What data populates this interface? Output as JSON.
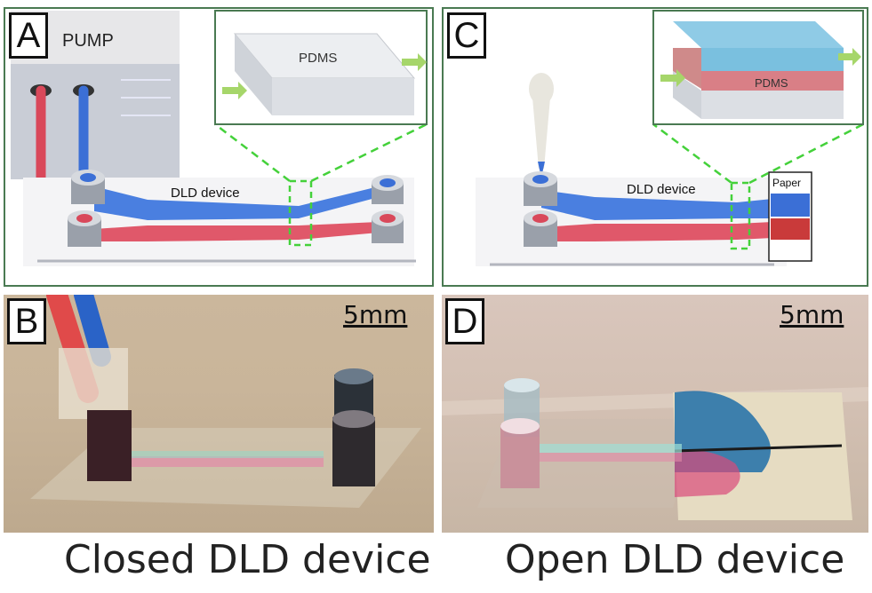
{
  "panels": {
    "a": {
      "label": "A",
      "pump_label": "PUMP",
      "chip_label": "PDMS",
      "device_label": "DLD device"
    },
    "b": {
      "label": "B",
      "scale_label": "5mm"
    },
    "c": {
      "label": "C",
      "chip_label": "PDMS",
      "device_label": "DLD device",
      "paper_label": "Paper"
    },
    "d": {
      "label": "D",
      "scale_label": "5mm"
    }
  },
  "captions": {
    "left": "Closed DLD device",
    "right": "Open DLD device"
  },
  "colors": {
    "blue": "#3b6fd6",
    "red": "#d9485a",
    "green_dash": "#44d13a",
    "frame": "#4a7a52"
  }
}
